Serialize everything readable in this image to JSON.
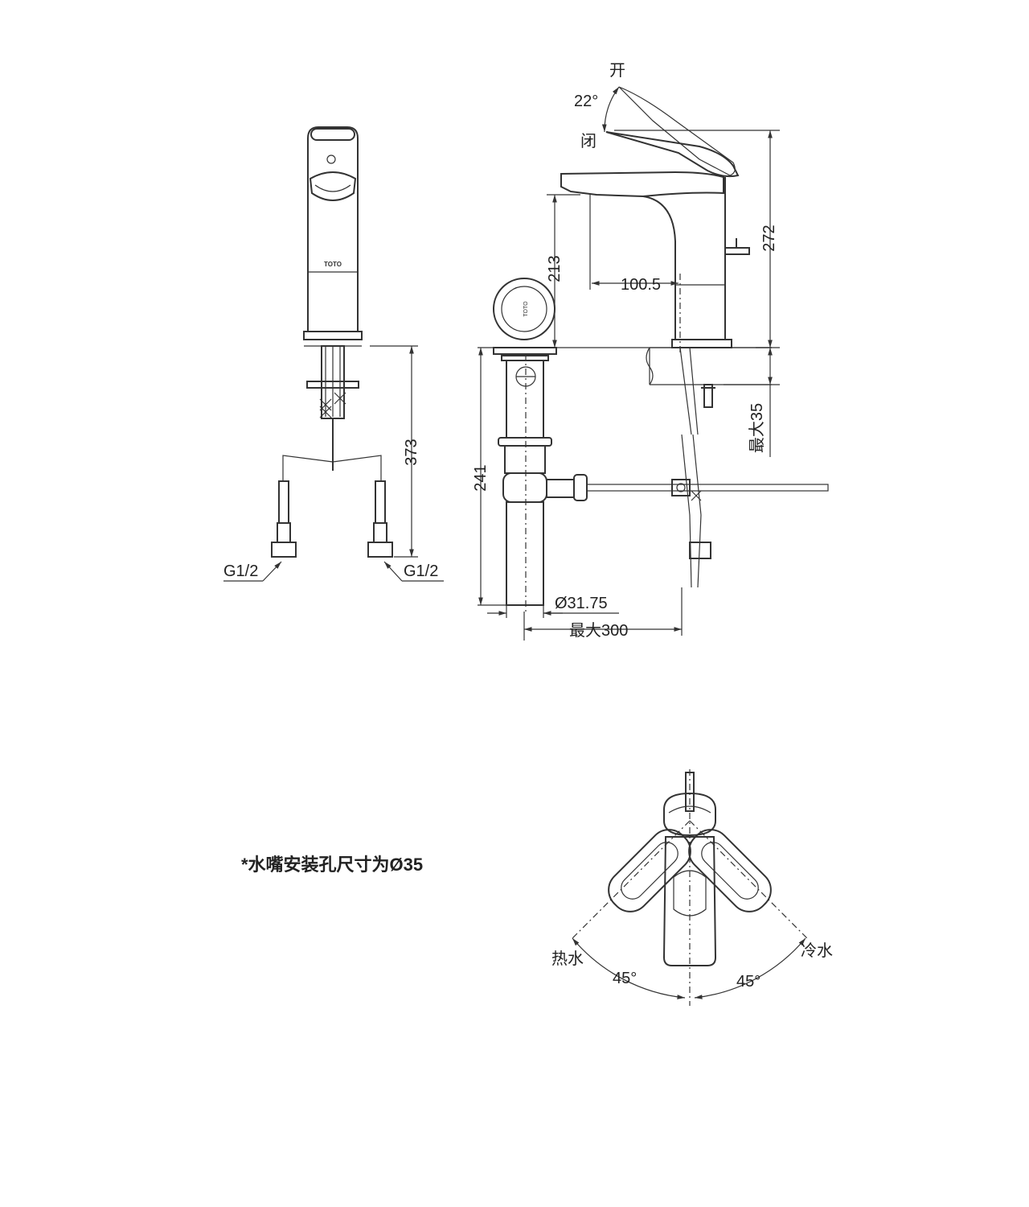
{
  "front_view": {
    "dimension_373": "373",
    "label_left_thread": "G1/2",
    "label_right_thread": "G1/2",
    "brand_mark": "TOTO"
  },
  "side_view": {
    "label_open": "开",
    "label_close": "闭",
    "angle_22": "22°",
    "dimension_272": "272",
    "dimension_213": "213",
    "dimension_100_5": "100.5",
    "dimension_max35": "最大35",
    "dimension_241": "241",
    "dimension_diameter": "Ø31.75",
    "dimension_max300": "最大300",
    "drain_cap_mark": "TOTO"
  },
  "top_view": {
    "label_hot": "热水",
    "label_cold": "冷水",
    "angle_left": "45°",
    "angle_right": "45°"
  },
  "note": {
    "text": "*水嘴安装孔尺寸为Ø35"
  }
}
